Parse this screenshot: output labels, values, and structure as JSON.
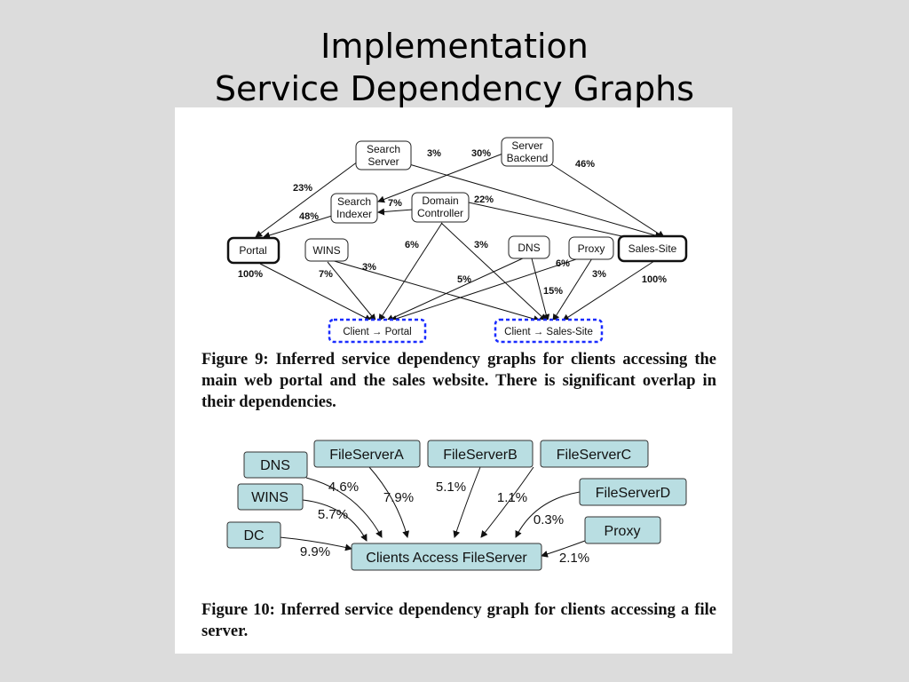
{
  "slide": {
    "title_line1": "Implementation",
    "title_line2": "Service Dependency Graphs"
  },
  "figure9": {
    "caption": "Figure 9: Inferred service dependency graphs for clients accessing the main web portal and the sales website. There is significant overlap in their dependencies.",
    "nodes": {
      "search_server": [
        "Search",
        "Server"
      ],
      "server_backend": [
        "Server",
        "Backend"
      ],
      "search_indexer": [
        "Search",
        "Indexer"
      ],
      "domain_controller": [
        "Domain",
        "Controller"
      ],
      "portal": "Portal",
      "wins": "WINS",
      "dns": "DNS",
      "proxy": "Proxy",
      "sales_site": "Sales-Site",
      "client_portal": "Client → Portal",
      "client_sales": "Client → Sales-Site"
    },
    "edge_labels": {
      "search_server_to_sales": "3%",
      "backend_to_indexer": "30%",
      "backend_to_sales": "46%",
      "search_server_to_portal": "23%",
      "dc_to_indexer": "7%",
      "dc_to_sales": "22%",
      "indexer_to_portal": "48%",
      "dc_to_client_portal": "6%",
      "dc_to_client_sales": "3%",
      "portal_to_client": "100%",
      "wins_to_client_portal": "7%",
      "wins_to_client_sales": "3%",
      "dns_to_client_portal": "5%",
      "dns_to_client_sales": "15%",
      "proxy_to_client_portal": "6%",
      "proxy_to_client_sales": "3%",
      "sales_to_client": "100%"
    }
  },
  "figure10": {
    "caption": "Figure 10: Inferred service dependency graph for clients accessing a file server.",
    "nodes": {
      "dns": "DNS",
      "wins": "WINS",
      "dc": "DC",
      "fileserver_a": "FileServerA",
      "fileserver_b": "FileServerB",
      "fileserver_c": "FileServerC",
      "fileserver_d": "FileServerD",
      "proxy": "Proxy",
      "clients": "Clients Access FileServer"
    },
    "edge_labels": {
      "dns": "4.6%",
      "wins": "5.7%",
      "dc": "9.9%",
      "fileserver_a": "7.9%",
      "fileserver_b": "5.1%",
      "fileserver_c": "1.1%",
      "fileserver_d": "0.3%",
      "proxy": "2.1%"
    },
    "colors": {
      "node_fill": "#b9dee2",
      "node_stroke": "#333333"
    }
  },
  "colors": {
    "background": "#dcdcdc",
    "panel": "#ffffff",
    "client_box_stroke": "#1a2cff"
  }
}
